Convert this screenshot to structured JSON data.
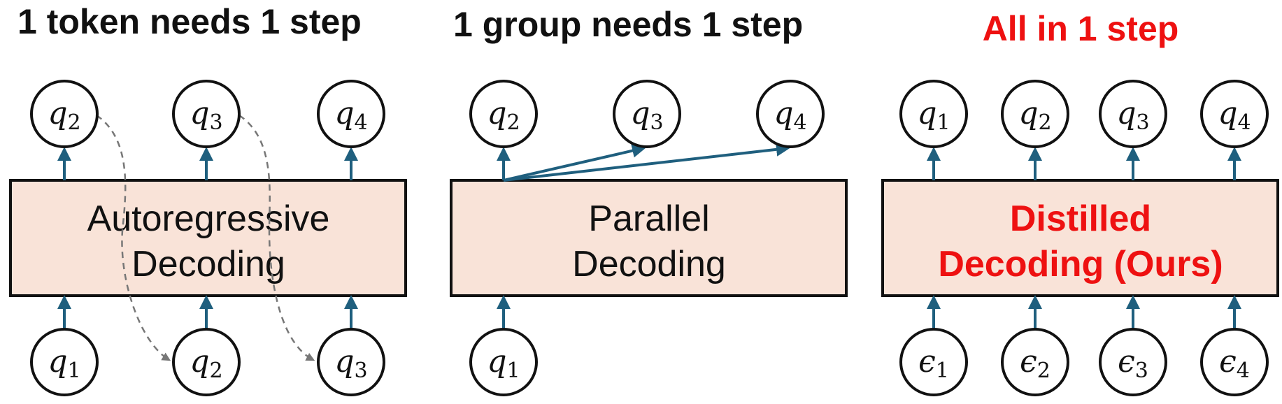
{
  "colors": {
    "box_fill": "#f9e3d8",
    "arrow": "#1f5f7e",
    "dashed": "#777777",
    "accent_red": "#ee1111",
    "text": "#111111"
  },
  "panels": [
    {
      "title": "1 token needs 1 step",
      "box_lines": [
        "Autoregressive",
        "Decoding"
      ],
      "top_nodes": [
        {
          "sym": "q",
          "sub": "2"
        },
        {
          "sym": "q",
          "sub": "3"
        },
        {
          "sym": "q",
          "sub": "4"
        }
      ],
      "bottom_nodes": [
        {
          "sym": "q",
          "sub": "1"
        },
        {
          "sym": "q",
          "sub": "2"
        },
        {
          "sym": "q",
          "sub": "3"
        }
      ]
    },
    {
      "title": "1 group needs 1 step",
      "box_lines": [
        "Parallel",
        "Decoding"
      ],
      "top_nodes": [
        {
          "sym": "q",
          "sub": "2"
        },
        {
          "sym": "q",
          "sub": "3"
        },
        {
          "sym": "q",
          "sub": "4"
        }
      ],
      "bottom_nodes": [
        {
          "sym": "q",
          "sub": "1"
        }
      ]
    },
    {
      "title": "All in 1 step",
      "box_lines": [
        "Distilled",
        "Decoding (Ours)"
      ],
      "top_nodes": [
        {
          "sym": "q",
          "sub": "1"
        },
        {
          "sym": "q",
          "sub": "2"
        },
        {
          "sym": "q",
          "sub": "3"
        },
        {
          "sym": "q",
          "sub": "4"
        }
      ],
      "bottom_nodes": [
        {
          "sym": "ϵ",
          "sub": "1"
        },
        {
          "sym": "ϵ",
          "sub": "2"
        },
        {
          "sym": "ϵ",
          "sub": "3"
        },
        {
          "sym": "ϵ",
          "sub": "4"
        }
      ]
    }
  ]
}
